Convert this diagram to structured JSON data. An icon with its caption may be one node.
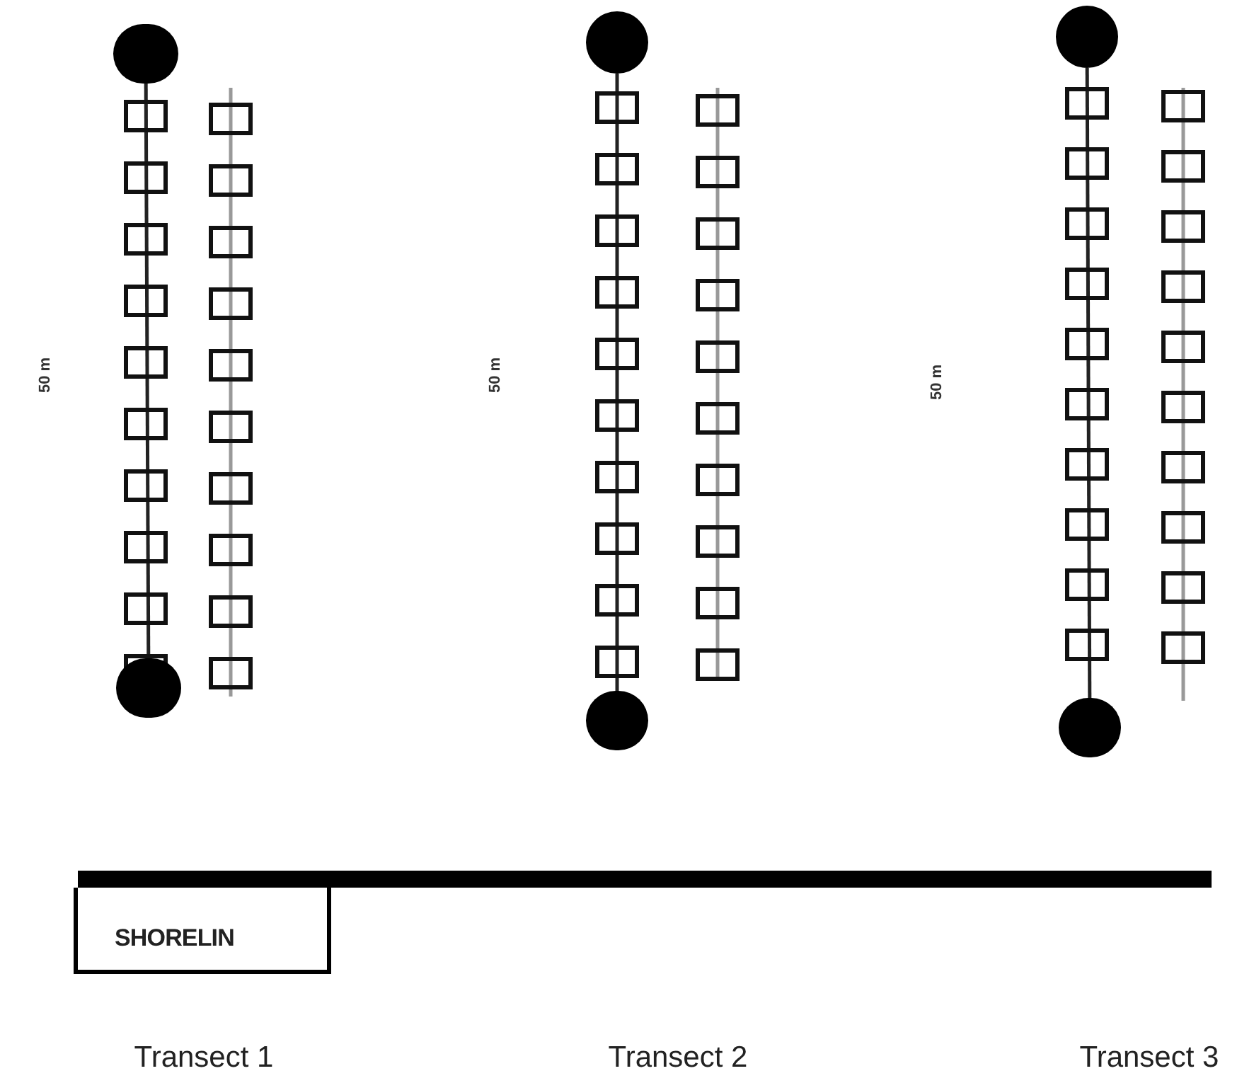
{
  "diagram": {
    "nodes": [
      {
        "text": [],
        "shape": "circle"
      },
      {
        "text": [],
        "shape": "circle"
      },
      {
        "text": [],
        "shape": "circle"
      },
      {
        "text": [],
        "shape": "circle"
      },
      {
        "text": [],
        "shape": "circle"
      },
      {
        "text": [],
        "shape": "circle"
      },
      {
        "text": [
          "SHORELIN"
        ]
      }
    ],
    "edges": [
      {
        "from": 0,
        "to": 1,
        "arrow": "none"
      },
      {
        "from": 2,
        "to": 3,
        "arrow": "none"
      },
      {
        "from": 4,
        "to": 5,
        "arrow": "none"
      }
    ],
    "labels": [
      "50 m",
      "50 m",
      "50 m",
      "Transect 1",
      "Transect 2",
      "Transect 3"
    ]
  }
}
